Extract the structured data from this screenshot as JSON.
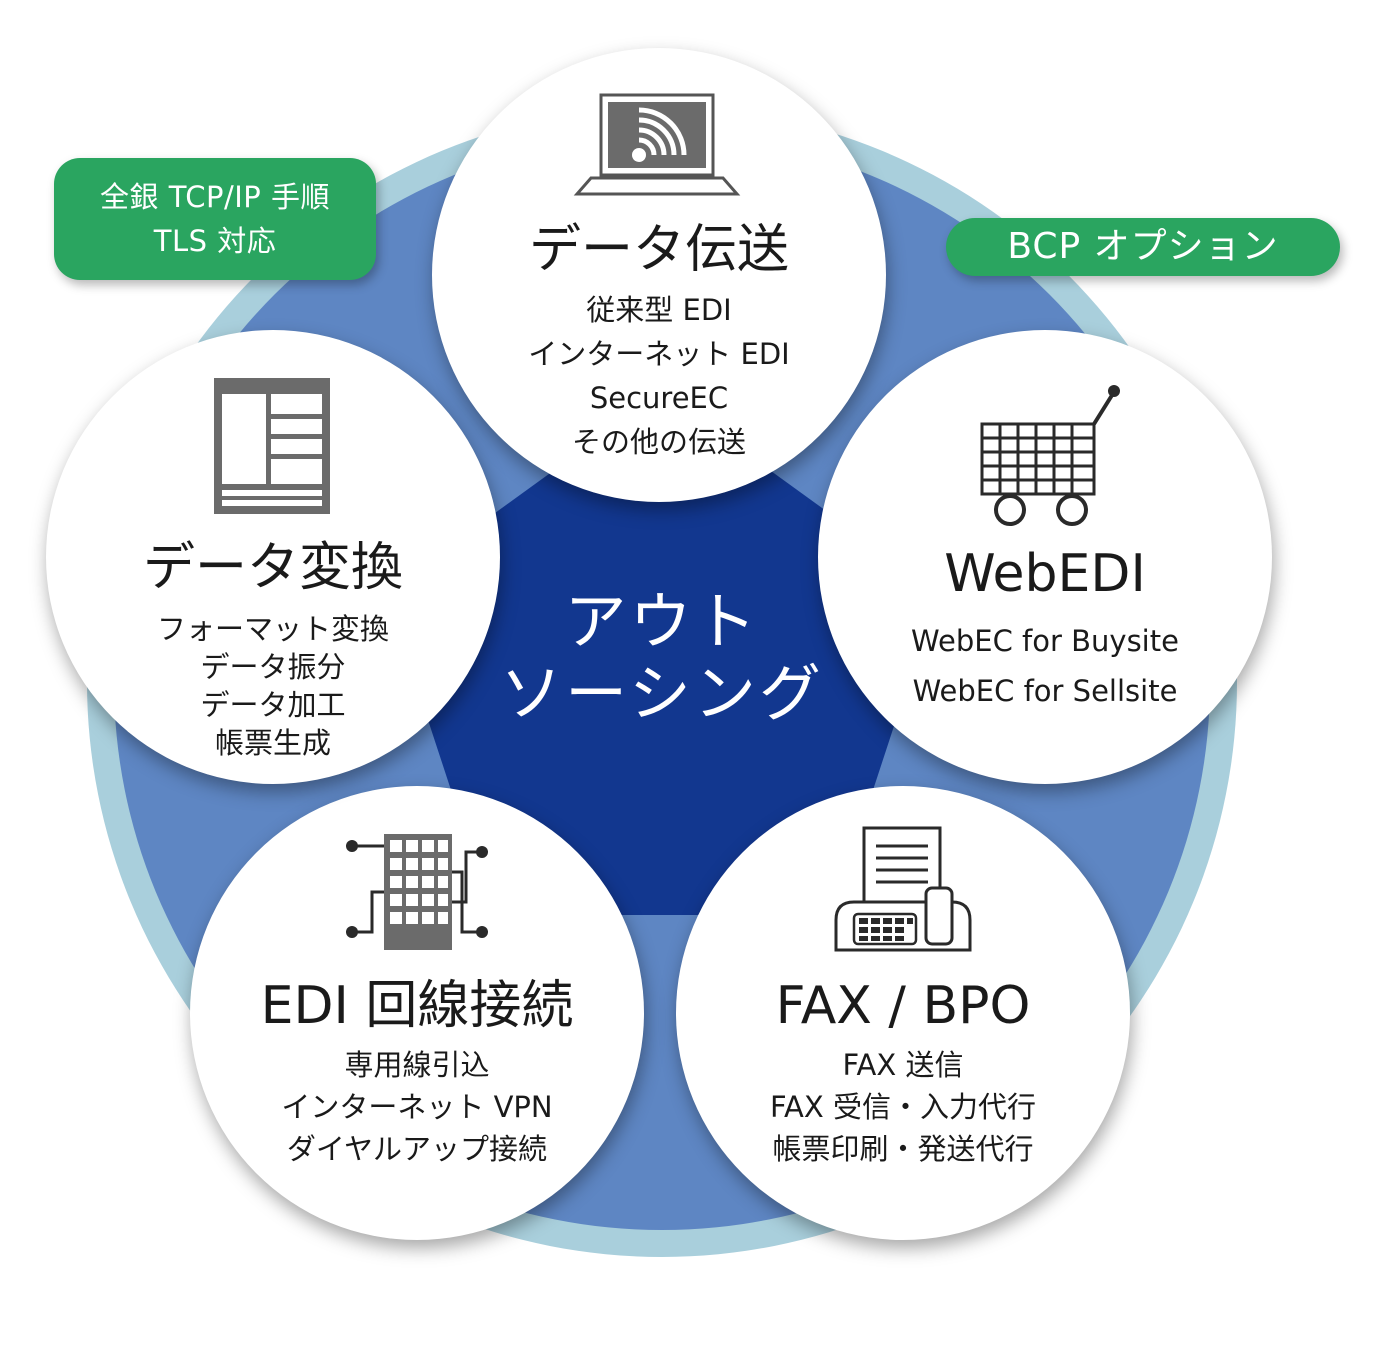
{
  "center": {
    "line1": "アウト",
    "line2": "ソーシング"
  },
  "tags": {
    "protocol": [
      "全銀 TCP/IP 手順",
      "TLS 対応"
    ],
    "bcp": "BCP オプション"
  },
  "nodes": {
    "data_transfer": {
      "icon": "laptop-wifi-icon",
      "title": "データ伝送",
      "lines": [
        "従来型 EDI",
        "インターネット EDI",
        "SecureEC",
        "その他の伝送"
      ]
    },
    "webedi": {
      "icon": "shopping-cart-icon",
      "title": "WebEDI",
      "lines": [
        "WebEC for Buysite",
        "WebEC for Sellsite"
      ]
    },
    "fax_bpo": {
      "icon": "fax-machine-icon",
      "title": "FAX / BPO",
      "lines": [
        "FAX 送信",
        "FAX 受信・入力代行",
        "帳票印刷・発送代行"
      ]
    },
    "edi_line": {
      "icon": "building-network-icon",
      "title": "EDI 回線接続",
      "lines": [
        "専用線引込",
        "インターネット VPN",
        "ダイヤルアップ接続"
      ]
    },
    "data_convert": {
      "icon": "document-layout-icon",
      "title": "データ変換",
      "lines": [
        "フォーマット変換",
        "データ振分",
        "データ加工",
        "帳票生成"
      ]
    }
  },
  "colors": {
    "outer_ring": "#a9cfdc",
    "middle_ring": "#5e86c3",
    "pentagon": "#12378f",
    "tag_green": "#2aa560",
    "icon_gray": "#6b6b6b"
  }
}
